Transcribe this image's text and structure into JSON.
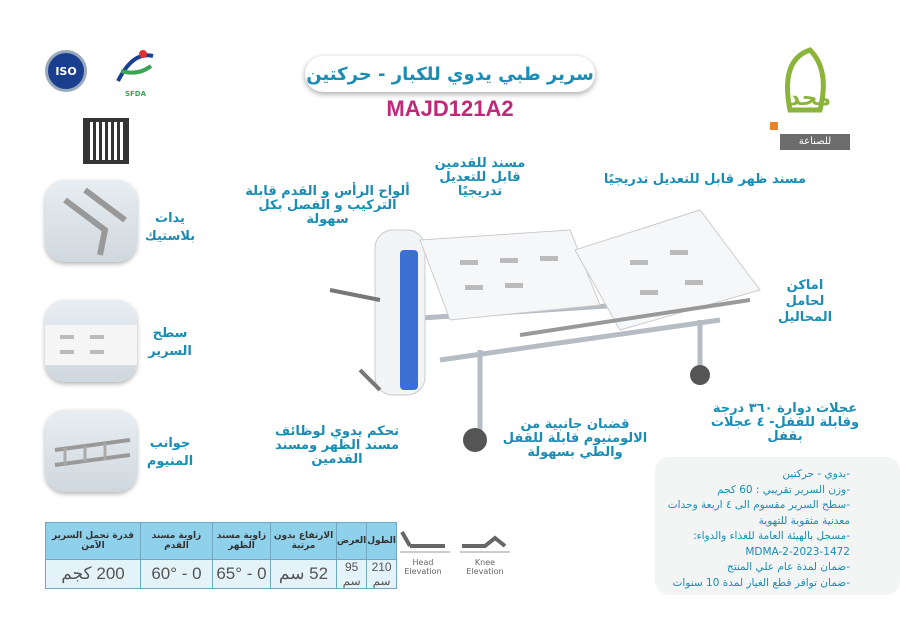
{
  "header": {
    "title": "سرير طبي يدوي للكبار - حركتين",
    "model": "MAJD121A2",
    "logo_text": "للصناعة",
    "badges": [
      "ISO",
      "SFDA"
    ]
  },
  "colors": {
    "accent": "#1a8db5",
    "model": "#c0287a",
    "bed_blue": "#3b6fd1"
  },
  "panels": [
    {
      "label": "يدات بلاستيك"
    },
    {
      "label": "سطح السرير"
    },
    {
      "label": "جوانب المنيوم"
    }
  ],
  "callouts": {
    "foot_rest": "مسند للقدمين قابل للتعديل تدريجيًا",
    "back_rest": "مسند ظهر قابل للتعديل تدريجيًا",
    "boards": "ألواح الرأس و القدم قابلة التركيب و الفصل بكل سهولة",
    "iv_pole": "اماكن لحامل المحاليل",
    "manual": "تحكم يدوي لوظائف مسند الظهر ومسند القدمين",
    "rails": "قضبان جانبية من الالومنيوم قابلة للقفل والطي بسهولة",
    "wheels": "عجلات دوارة ٣٦٠ درجة وقابلة للقفل- ٤ عجلات بقفل"
  },
  "specs": {
    "headers": [
      "الطول",
      "العرض",
      "الارتفاع بدون مرتبة",
      "زاوية مسند الظهر",
      "زاوية مسند القدم",
      "قدرة تحمل السرير الآمن"
    ],
    "values": [
      "210 سم",
      "95 سم",
      "52 سم",
      "0 - 65°",
      "0 - 60°",
      "200 كجم"
    ]
  },
  "elevations": [
    "Head Elevation",
    "Knee Elevation"
  ],
  "features": [
    "-يدوي - حركتين",
    "-وزن السرير تقريبي : 60 كجم",
    "-سطح السرير مقسوم الى ٤ اربعة وحدات معدنية مثقوبة للتهوية",
    "-مسجل بالهيئة العامة للغذاء والدواء:",
    "MDMA-2-2023-1472",
    "-ضمان لمدة عام علي المنتج",
    "-ضمان توافر قطع الغيار لمدة 10 سنوات"
  ]
}
